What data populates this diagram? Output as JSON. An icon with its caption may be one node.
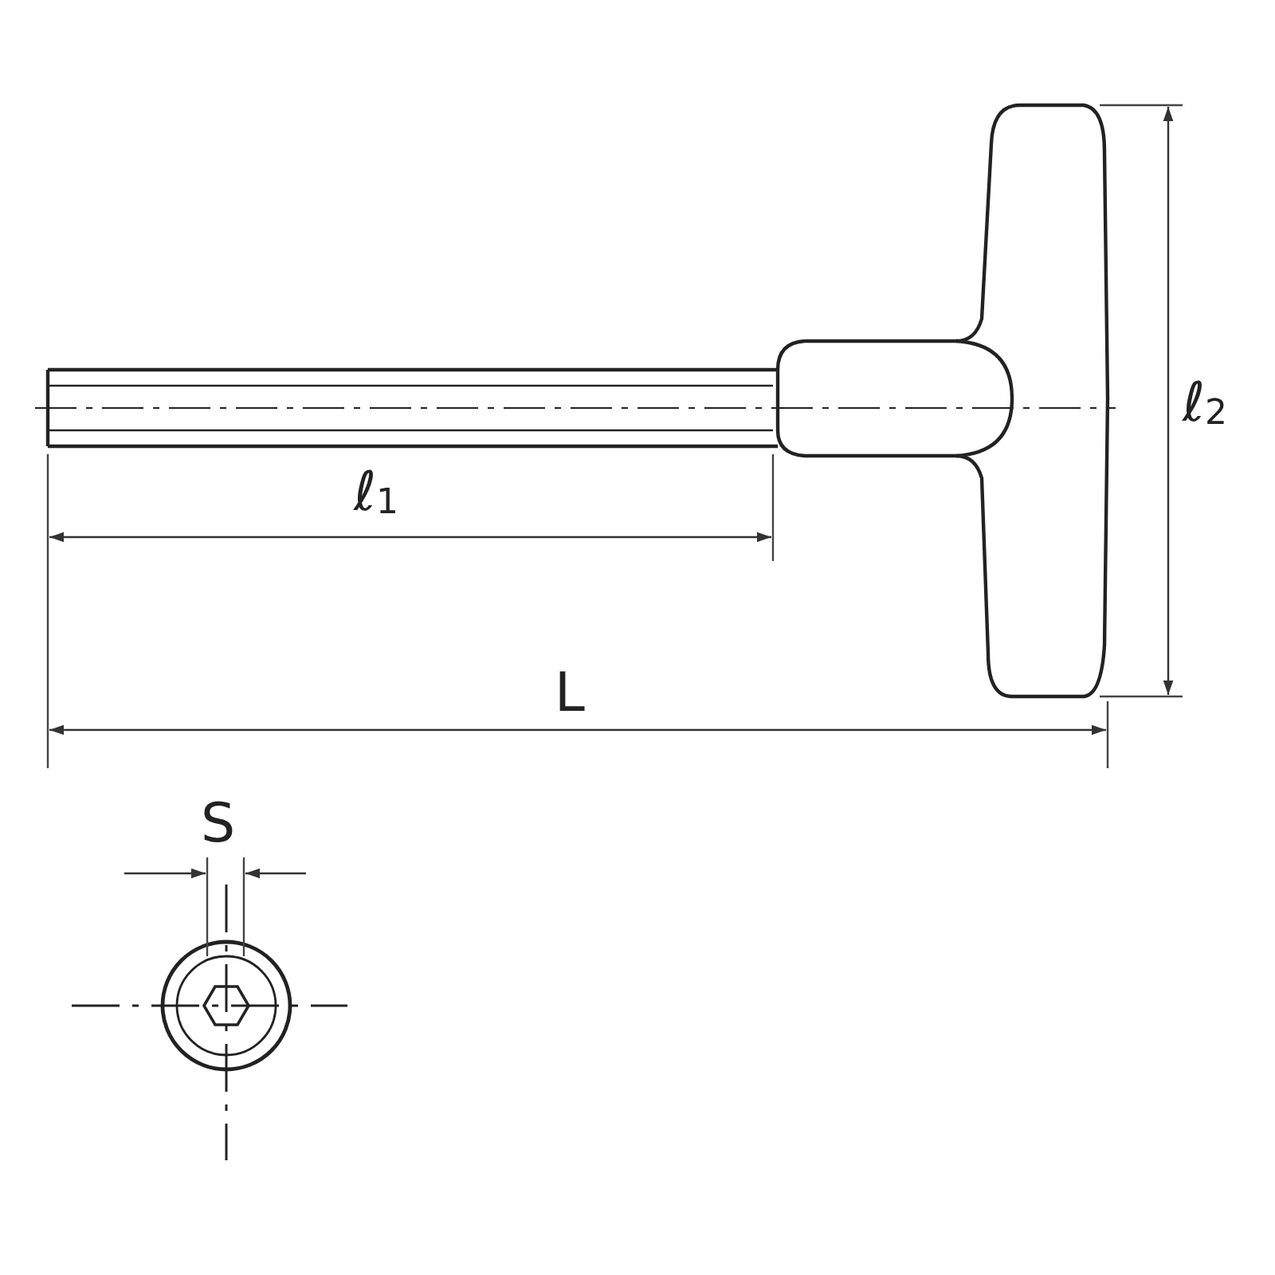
{
  "diagram": {
    "labels": [
      "ℓ$_{2}$",
      "ℓ$_{1}$",
      "L",
      "S"
    ]
  }
}
